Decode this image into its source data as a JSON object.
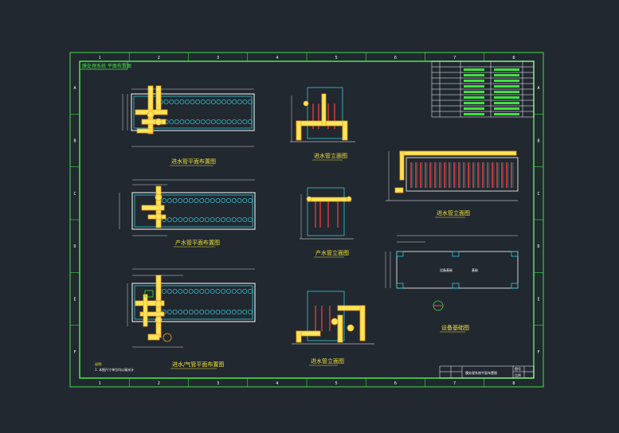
{
  "sheet": {
    "title_block_label": "膜处理系统  平面布置图",
    "col_labels": [
      "1",
      "2",
      "3",
      "4",
      "5",
      "6",
      "7",
      "8"
    ],
    "row_labels": [
      "A",
      "B",
      "C",
      "D",
      "E",
      "F"
    ],
    "colors": {
      "background": "#212830",
      "frame": "#43e043",
      "tank": "#33c8d6",
      "pipe": "#f0a21c",
      "pipe_fill": "#ffe45a",
      "membrane": "#e23b3b",
      "label": "#f0e23a",
      "dimension": "#ffffff"
    }
  },
  "views": {
    "v1_title": "进水管平面布置图",
    "v2_title": "产水管平面布置图",
    "v3_title": "进水/气管平面布置图",
    "v4_title": "进水管立面图",
    "v5_title": "产水管立面图",
    "v6_title": "进水管立面图",
    "v7_title": "进水管立面图",
    "v8_title": "设备基础图",
    "tank_text_a": "设备基础",
    "tank_text_b": "基础"
  },
  "notes": {
    "heading": "说明:",
    "line1": "1. 本图尺寸单位均以毫米计"
  },
  "title_block": {
    "drawing_name": "膜处理系统平面布置图",
    "cell_a": "图号",
    "cell_b": "比例"
  }
}
